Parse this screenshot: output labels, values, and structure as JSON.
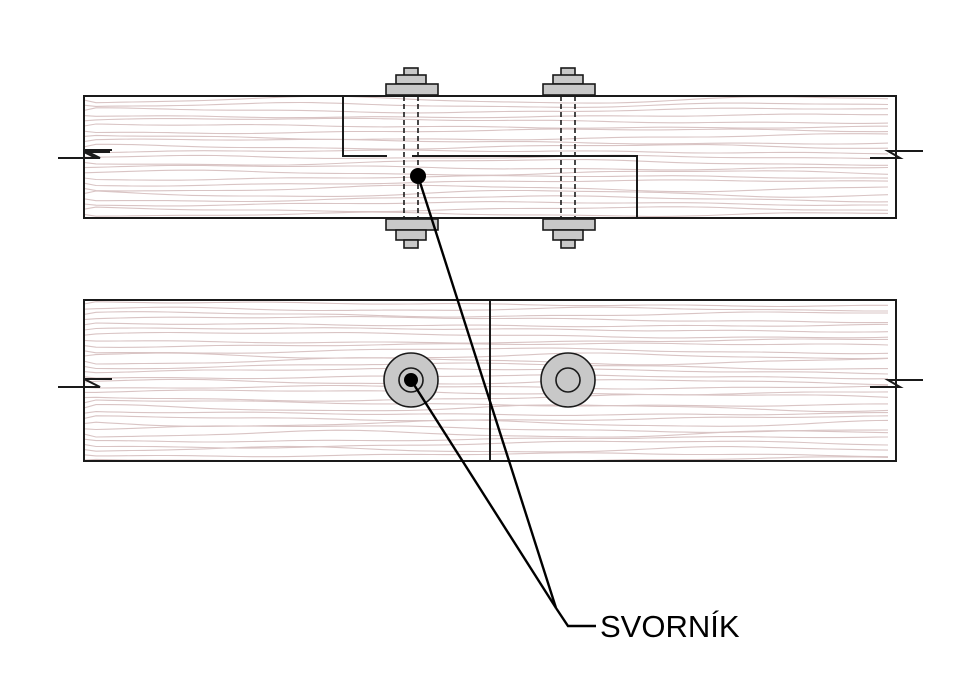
{
  "diagram": {
    "callout_label": "SVORNÍK",
    "colors": {
      "wood_grain": "#d9c4c4",
      "outline": "#1a1a1a",
      "bolt_hardware": "#c8c8c8",
      "bolt_dot": "#000000"
    },
    "views": [
      "side-elevation",
      "top-plan"
    ],
    "bolts_per_view": 2
  }
}
